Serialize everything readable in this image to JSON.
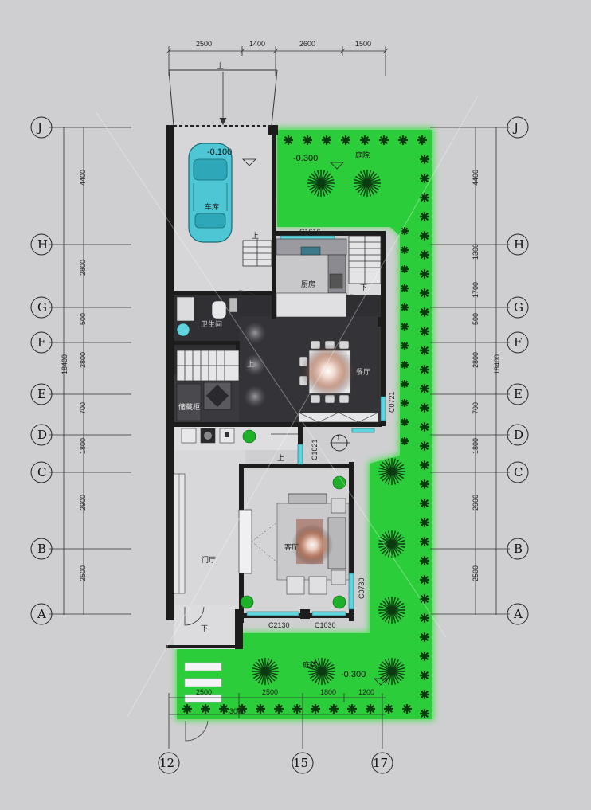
{
  "top_dimensions": [
    "2500",
    "1400",
    "2600",
    "1500"
  ],
  "axis_rows": [
    "J",
    "H",
    "G",
    "F",
    "E",
    "D",
    "C",
    "B",
    "A"
  ],
  "left_row_dims": [
    "4400",
    "2800",
    "500",
    "2800",
    "700",
    "1800",
    "2900",
    "2500"
  ],
  "left_total": "18400",
  "right_row_dims": [
    "4400",
    "1300",
    "1700",
    "500",
    "2800",
    "700",
    "1800",
    "2900",
    "2500"
  ],
  "right_total": "18400",
  "axis_cols": [
    "12",
    "15",
    "17"
  ],
  "bottom_dimensions": [
    "2500",
    "1800",
    "1200"
  ],
  "bottom_total_left": "2500",
  "bottom_total_right": "3000",
  "rooms": {
    "garage": "车库",
    "kitchen": "厨房",
    "bath": "卫生间",
    "dining": "餐厅",
    "storage": "储藏柜",
    "living": "客厅",
    "foyer": "门厅",
    "garden_top": "庭院",
    "garden_bottom": "庭院"
  },
  "levels": {
    "garage": "-0.100",
    "garden_top": "-0.300",
    "garden_bottom": "-0.300"
  },
  "windows": {
    "kitchen": "C1616",
    "dining_side": "C0721",
    "living_bottom_left": "C2130",
    "living_bottom_right": "C1030",
    "living_side": "C0730",
    "entry_side": "C1021"
  },
  "stair_labels": {
    "garage_up": "上",
    "top_up": "上",
    "stair_up": "上",
    "stair_down": "下",
    "entry_up": "上",
    "entry_down": "下"
  },
  "detail_marker": "1"
}
